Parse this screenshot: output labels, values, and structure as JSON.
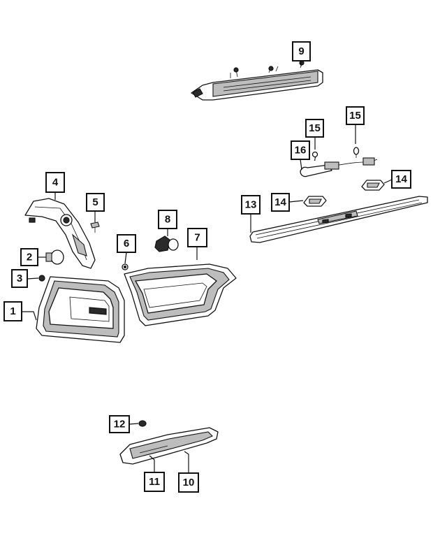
{
  "callouts": [
    {
      "id": "c1",
      "label": "1"
    },
    {
      "id": "c2",
      "label": "2"
    },
    {
      "id": "c3",
      "label": "3"
    },
    {
      "id": "c4",
      "label": "4"
    },
    {
      "id": "c5",
      "label": "5"
    },
    {
      "id": "c6",
      "label": "6"
    },
    {
      "id": "c7",
      "label": "7"
    },
    {
      "id": "c8",
      "label": "8"
    },
    {
      "id": "c9",
      "label": "9"
    },
    {
      "id": "c10",
      "label": "10"
    },
    {
      "id": "c11",
      "label": "11"
    },
    {
      "id": "c12",
      "label": "12"
    },
    {
      "id": "c13",
      "label": "13"
    },
    {
      "id": "c14a",
      "label": "14"
    },
    {
      "id": "c14b",
      "label": "14"
    },
    {
      "id": "c15a",
      "label": "15"
    },
    {
      "id": "c15b",
      "label": "15"
    },
    {
      "id": "c16",
      "label": "16"
    }
  ]
}
